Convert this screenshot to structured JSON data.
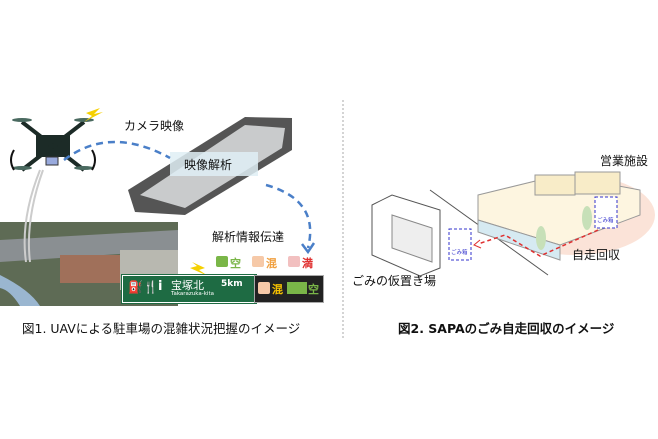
{
  "figure1": {
    "labels": {
      "camera_video": "カメラ映像",
      "video_analysis": "映像解析",
      "info_transmission": "解析情報伝達"
    },
    "legend": [
      {
        "label": "空",
        "color": "#7ab648"
      },
      {
        "label": "混",
        "color": "#f0a040"
      },
      {
        "label": "満",
        "color": "#e03030"
      }
    ],
    "sign": {
      "name": "宝塚北",
      "romaji": "Takarazuka-kita",
      "distance": "5km",
      "status_1": "混",
      "status_2": "空"
    },
    "caption": "図1. UAVによる駐車場の混雑状況把握のイメージ"
  },
  "figure2": {
    "labels": {
      "facility": "営業施設",
      "temp_storage": "ごみの仮置き場",
      "auto_collection": "自走回収",
      "bin_label": "ごみ箱"
    },
    "caption": "図2. SAPAのごみ自走回収のイメージ"
  }
}
